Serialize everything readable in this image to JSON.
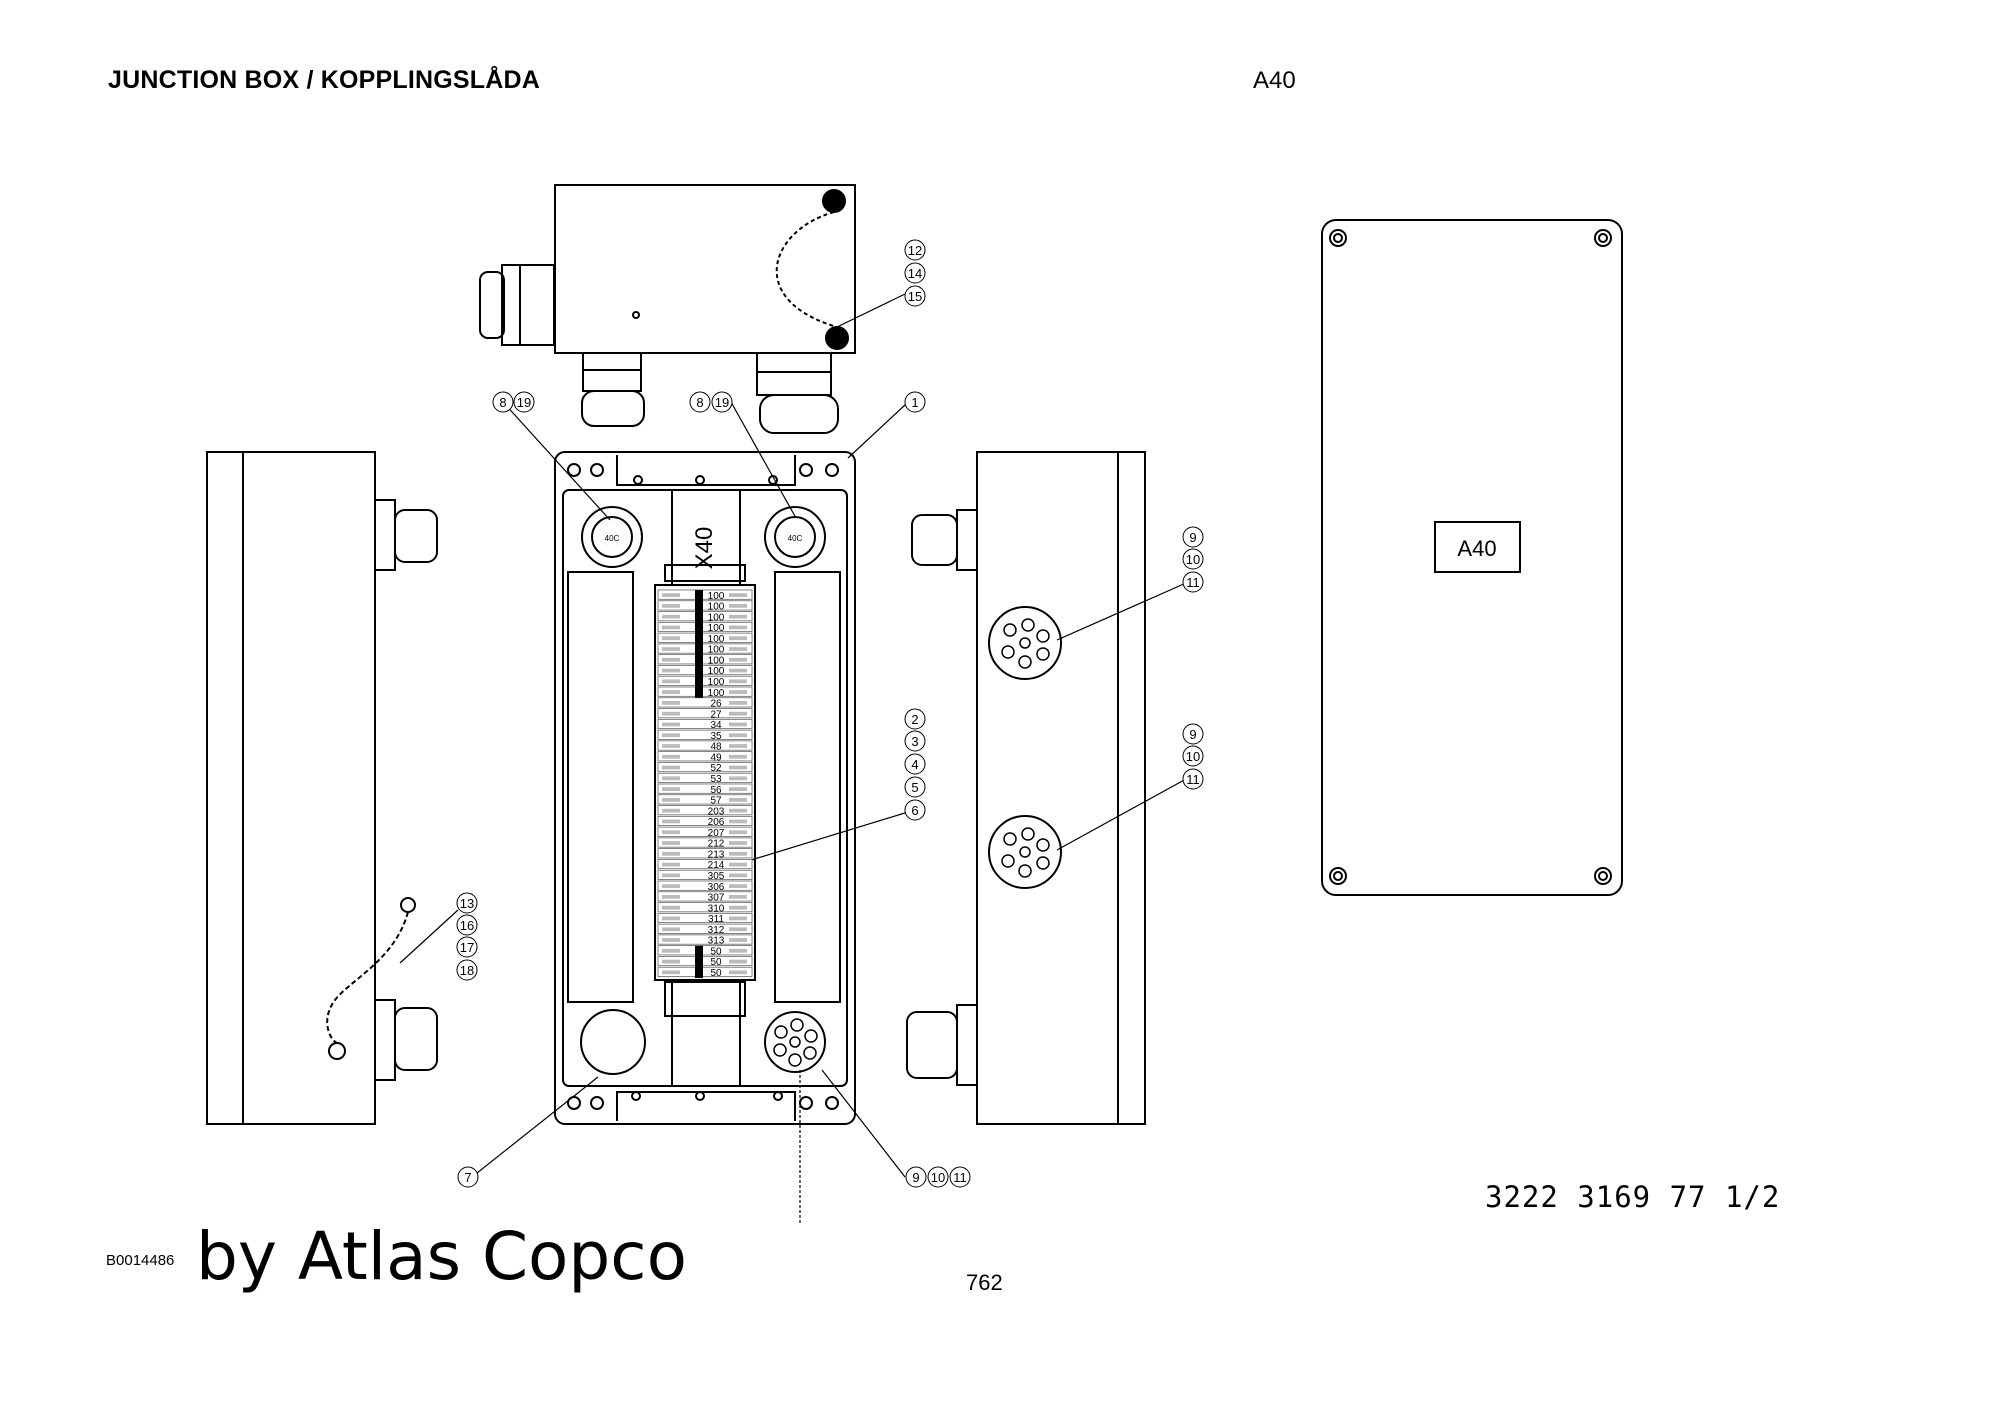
{
  "header": {
    "title": "JUNCTION BOX / KOPPLINGSLÅDA",
    "reference": "A40"
  },
  "drawing": {
    "terminal_strip_label": "X40",
    "cover_label": "A40",
    "gland_label": "40C",
    "callouts": {
      "top_gland_left": [
        "8",
        "19"
      ],
      "top_gland_right": [
        "8",
        "19"
      ],
      "box": "1",
      "cap_chain": [
        "12",
        "14",
        "15"
      ],
      "right_gland_upper": [
        "9",
        "10",
        "11"
      ],
      "right_gland_lower": [
        "9",
        "10",
        "11"
      ],
      "terminals": [
        "2",
        "3",
        "4",
        "5",
        "6"
      ],
      "earth_wire": [
        "13",
        "16",
        "17",
        "18"
      ],
      "blind_plug": "7",
      "bottom_gland": [
        "9",
        "10",
        "11"
      ]
    },
    "terminal_numbers": [
      "100",
      "100",
      "100",
      "100",
      "100",
      "100",
      "100",
      "100",
      "100",
      "100",
      "26",
      "27",
      "34",
      "35",
      "48",
      "49",
      "52",
      "53",
      "56",
      "57",
      "203",
      "206",
      "207",
      "212",
      "213",
      "214",
      "305",
      "306",
      "307",
      "310",
      "311",
      "312",
      "313",
      "50",
      "50",
      "50"
    ]
  },
  "footer": {
    "doc_id": "B0014486",
    "watermark": "by Atlas Copco",
    "page_number": "762",
    "part_number": "3222 3169 77 1/2"
  }
}
